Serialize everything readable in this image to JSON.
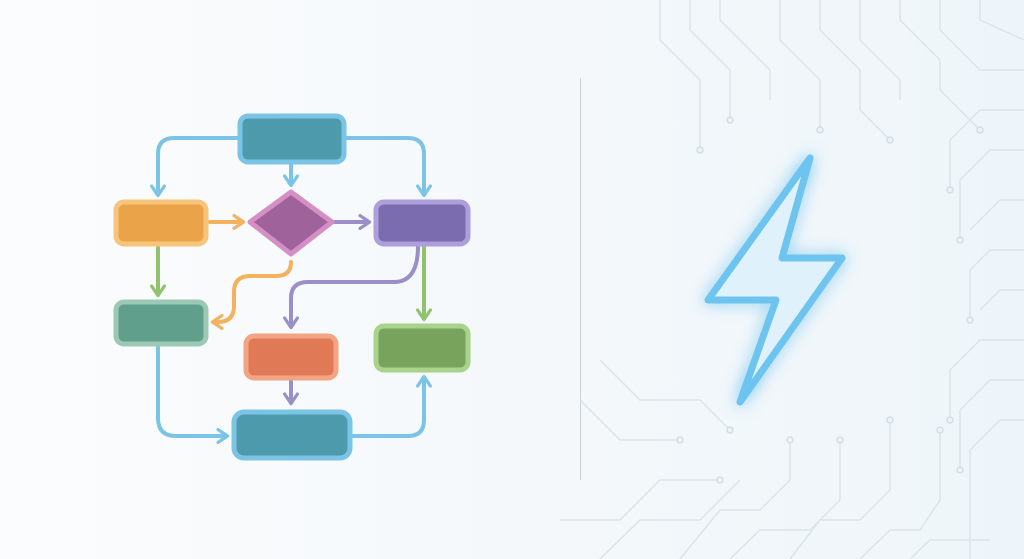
{
  "colors": {
    "background": "#f4f8fb",
    "connector_blue": "#7cc4e6",
    "connector_orange": "#f2b25e",
    "connector_purple": "#9b8fc8",
    "connector_green": "#93c26c",
    "box_teal": "#4e9aad",
    "box_orange": "#eba34a",
    "box_purple": "#7a6cae",
    "box_green_teal": "#5f9f8c",
    "box_red": "#e07a56",
    "box_green": "#77a35c",
    "diamond": "#a0629a",
    "bolt_stroke": "#6cc4ef",
    "bolt_fill": "#dff1fb",
    "circuit_lines": "#dbe4ea"
  },
  "icons": [
    "lightning-bolt-icon"
  ],
  "flowchart": {
    "nodes": [
      {
        "id": "top-process",
        "shape": "rectangle",
        "color": "box_teal"
      },
      {
        "id": "left-process",
        "shape": "rectangle",
        "color": "box_orange"
      },
      {
        "id": "decision",
        "shape": "diamond",
        "color": "diamond"
      },
      {
        "id": "right-process",
        "shape": "rectangle",
        "color": "box_purple"
      },
      {
        "id": "left-lower-process",
        "shape": "rectangle",
        "color": "box_green_teal"
      },
      {
        "id": "middle-process",
        "shape": "rectangle",
        "color": "box_red"
      },
      {
        "id": "right-lower-process",
        "shape": "rectangle",
        "color": "box_green"
      },
      {
        "id": "bottom-process",
        "shape": "rectangle",
        "color": "box_teal"
      }
    ]
  }
}
